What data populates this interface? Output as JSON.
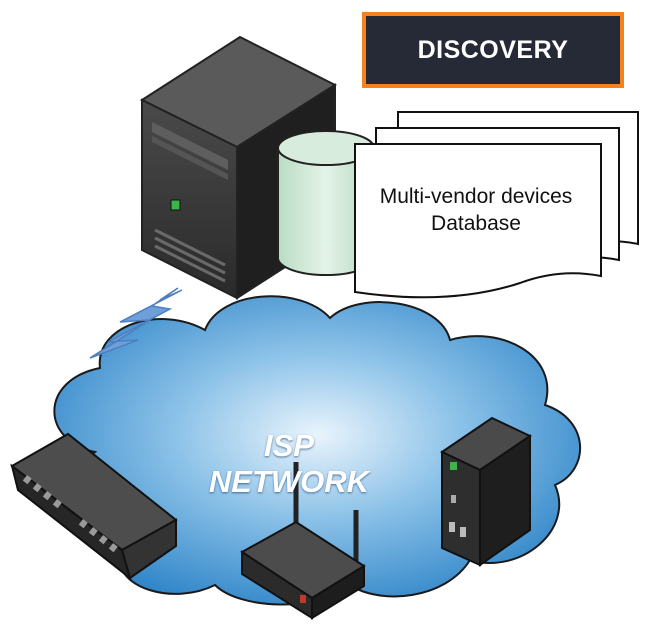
{
  "badge": {
    "label": "DISCOVERY",
    "fill": "#252a36",
    "border": "#f5821f"
  },
  "database": {
    "line1": "Multi-vendor devices",
    "line2": "Database",
    "cylinder_color": "#cfe8d5"
  },
  "network": {
    "label": "ISP NETWORK",
    "cloud_color": "#2e8fd2"
  },
  "icons": [
    "server-tower-icon",
    "database-cylinder-icon",
    "documents-stack-icon",
    "lightning-arrow-icon",
    "cloud-icon",
    "rack-switch-icon",
    "wifi-router-icon",
    "mini-server-icon"
  ]
}
